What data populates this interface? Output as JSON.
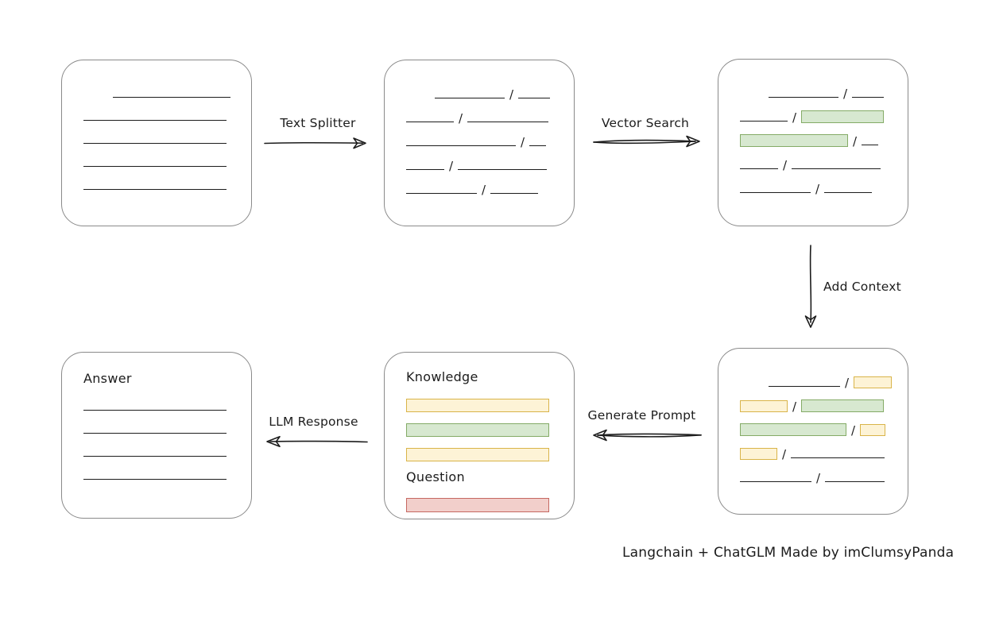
{
  "caption": "Langchain + ChatGLM Made by imClumsyPanda",
  "colors": {
    "background": "#ffffff",
    "box_border": "#8a8a8a",
    "stroke": "#1c1c1c",
    "green_fill": "#d7e8d0",
    "green_border": "#84ab66",
    "yellow_fill": "#fdf3d6",
    "yellow_border": "#d9b449",
    "red_fill": "#f2cfcb",
    "red_border": "#c56861"
  },
  "arrows": {
    "text_splitter": {
      "label": "Text Splitter",
      "direction": "right"
    },
    "vector_search": {
      "label": "Vector Search",
      "direction": "right"
    },
    "add_context": {
      "label": "Add Context",
      "direction": "down"
    },
    "generate_prompt": {
      "label": "Generate Prompt",
      "direction": "left"
    },
    "llm_response": {
      "label": "LLM Response",
      "direction": "left"
    }
  },
  "boxes": {
    "document": {
      "name": "source-document",
      "rows": [
        [
          {
            "t": "indent",
            "w": 31
          },
          {
            "t": "line",
            "w": 148
          }
        ],
        [
          {
            "t": "line",
            "w": 180
          }
        ],
        [
          {
            "t": "line",
            "w": 180
          }
        ],
        [
          {
            "t": "line",
            "w": 180
          }
        ],
        [
          {
            "t": "line",
            "w": 180
          }
        ]
      ]
    },
    "split_text": {
      "name": "split-text-chunks",
      "rows": [
        [
          {
            "t": "indent",
            "w": 30
          },
          {
            "t": "line",
            "w": 88
          },
          {
            "t": "slash"
          },
          {
            "t": "line",
            "w": 40
          }
        ],
        [
          {
            "t": "line",
            "w": 60
          },
          {
            "t": "slash"
          },
          {
            "t": "line",
            "w": 102
          }
        ],
        [
          {
            "t": "line",
            "w": 138
          },
          {
            "t": "slash"
          },
          {
            "t": "line",
            "w": 21
          }
        ],
        [
          {
            "t": "line",
            "w": 48
          },
          {
            "t": "slash"
          },
          {
            "t": "line",
            "w": 112
          }
        ],
        [
          {
            "t": "line",
            "w": 89
          },
          {
            "t": "slash"
          },
          {
            "t": "line",
            "w": 60
          }
        ]
      ]
    },
    "matched_chunks": {
      "name": "vector-search-matches",
      "rows": [
        [
          {
            "t": "indent",
            "w": 30
          },
          {
            "t": "line",
            "w": 88
          },
          {
            "t": "slash"
          },
          {
            "t": "line",
            "w": 40
          }
        ],
        [
          {
            "t": "line",
            "w": 60
          },
          {
            "t": "slash"
          },
          {
            "t": "chip",
            "c": "green",
            "w": 104,
            "h": 16
          }
        ],
        [
          {
            "t": "chip",
            "c": "green",
            "w": 136,
            "h": 16
          },
          {
            "t": "slash"
          },
          {
            "t": "line",
            "w": 21
          }
        ],
        [
          {
            "t": "line",
            "w": 48
          },
          {
            "t": "slash"
          },
          {
            "t": "line",
            "w": 112
          }
        ],
        [
          {
            "t": "line",
            "w": 89
          },
          {
            "t": "slash"
          },
          {
            "t": "line",
            "w": 60
          }
        ]
      ]
    },
    "context_added": {
      "name": "context-added-chunks",
      "rows": [
        [
          {
            "t": "indent",
            "w": 30
          },
          {
            "t": "line",
            "w": 90
          },
          {
            "t": "slash"
          },
          {
            "t": "chip",
            "c": "yellow",
            "w": 48,
            "h": 15
          }
        ],
        [
          {
            "t": "chip",
            "c": "yellow",
            "w": 60,
            "h": 15
          },
          {
            "t": "slash"
          },
          {
            "t": "chip",
            "c": "green",
            "w": 104,
            "h": 16
          }
        ],
        [
          {
            "t": "chip",
            "c": "green",
            "w": 134,
            "h": 16
          },
          {
            "t": "slash"
          },
          {
            "t": "chip",
            "c": "yellow",
            "w": 32,
            "h": 15
          }
        ],
        [
          {
            "t": "chip",
            "c": "yellow",
            "w": 47,
            "h": 15
          },
          {
            "t": "slash"
          },
          {
            "t": "line",
            "w": 118
          }
        ],
        [
          {
            "t": "line",
            "w": 90
          },
          {
            "t": "slash"
          },
          {
            "t": "line",
            "w": 75
          }
        ]
      ]
    },
    "prompt": {
      "name": "prompt-composition",
      "rows": [
        [
          {
            "t": "label",
            "text": "Knowledge",
            "name": "knowledge-label"
          }
        ],
        [
          {
            "t": "chip",
            "c": "yellow",
            "w": 180,
            "h": 17
          }
        ],
        [
          {
            "t": "chip",
            "c": "green",
            "w": 180,
            "h": 17
          }
        ],
        [
          {
            "t": "chip",
            "c": "yellow",
            "w": 180,
            "h": 17
          }
        ],
        [
          {
            "t": "label",
            "text": "Question",
            "name": "question-label"
          }
        ],
        [
          {
            "t": "chip",
            "c": "red",
            "w": 180,
            "h": 18
          }
        ]
      ]
    },
    "answer": {
      "name": "answer-document",
      "rows": [
        [
          {
            "t": "label",
            "text": "Answer",
            "name": "answer-label"
          }
        ],
        [
          {
            "t": "line",
            "w": 180
          }
        ],
        [
          {
            "t": "line",
            "w": 180
          }
        ],
        [
          {
            "t": "line",
            "w": 180
          }
        ],
        [
          {
            "t": "line",
            "w": 180
          }
        ]
      ]
    }
  }
}
